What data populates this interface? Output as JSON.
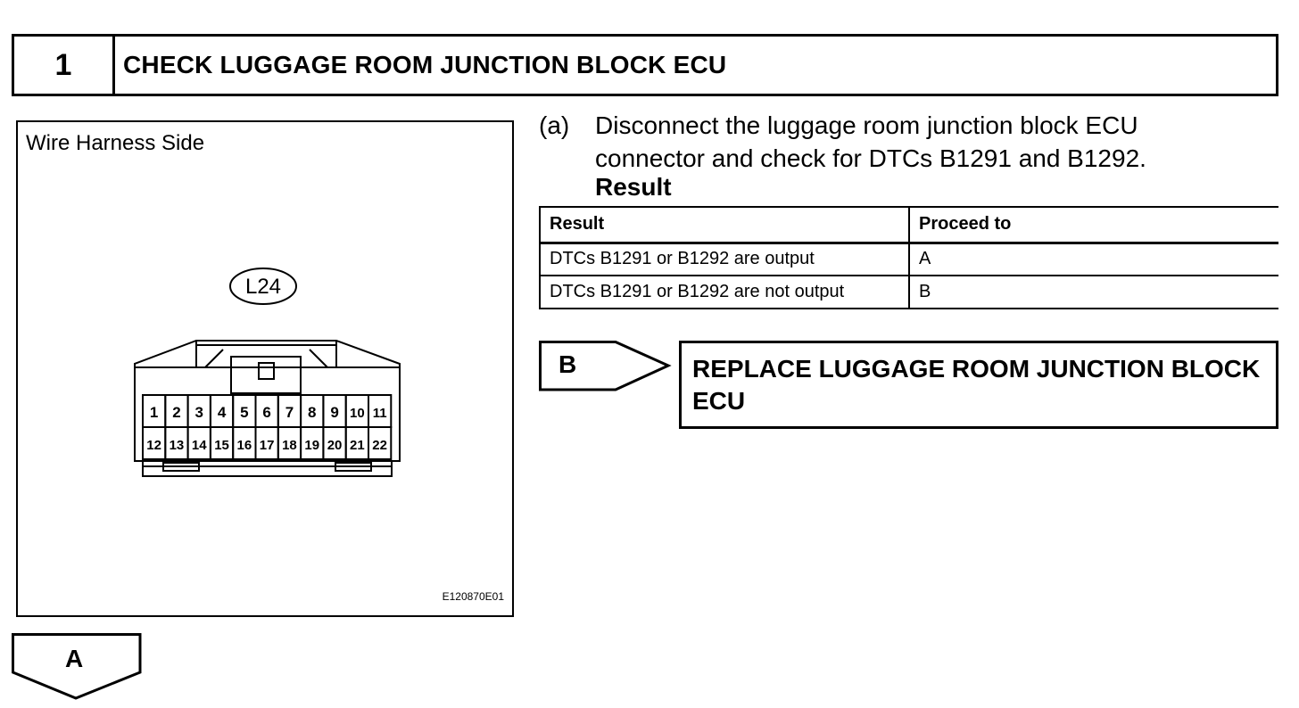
{
  "header": {
    "step_number": "1",
    "title": "CHECK LUGGAGE ROOM JUNCTION BLOCK ECU"
  },
  "illustration": {
    "caption": "Wire Harness Side",
    "connector_label": "L24",
    "pins_row1": [
      "1",
      "2",
      "3",
      "4",
      "5",
      "6",
      "7",
      "8",
      "9",
      "10",
      "11"
    ],
    "pins_row2": [
      "12",
      "13",
      "14",
      "15",
      "16",
      "17",
      "18",
      "19",
      "20",
      "21",
      "22"
    ],
    "figure_code": "E120870E01"
  },
  "instruction": {
    "marker": "(a)",
    "text": "Disconnect the luggage room junction block ECU connector and check for DTCs B1291 and B1292.",
    "result_heading": "Result"
  },
  "result_table": {
    "headers": [
      "Result",
      "Proceed to"
    ],
    "rows": [
      [
        "DTCs B1291 or B1292 are output",
        "A"
      ],
      [
        "DTCs B1291 or B1292 are not output",
        "B"
      ]
    ]
  },
  "branch_b": {
    "label": "B",
    "action": "REPLACE LUGGAGE ROOM JUNCTION BLOCK ECU"
  },
  "branch_a": {
    "label": "A"
  }
}
